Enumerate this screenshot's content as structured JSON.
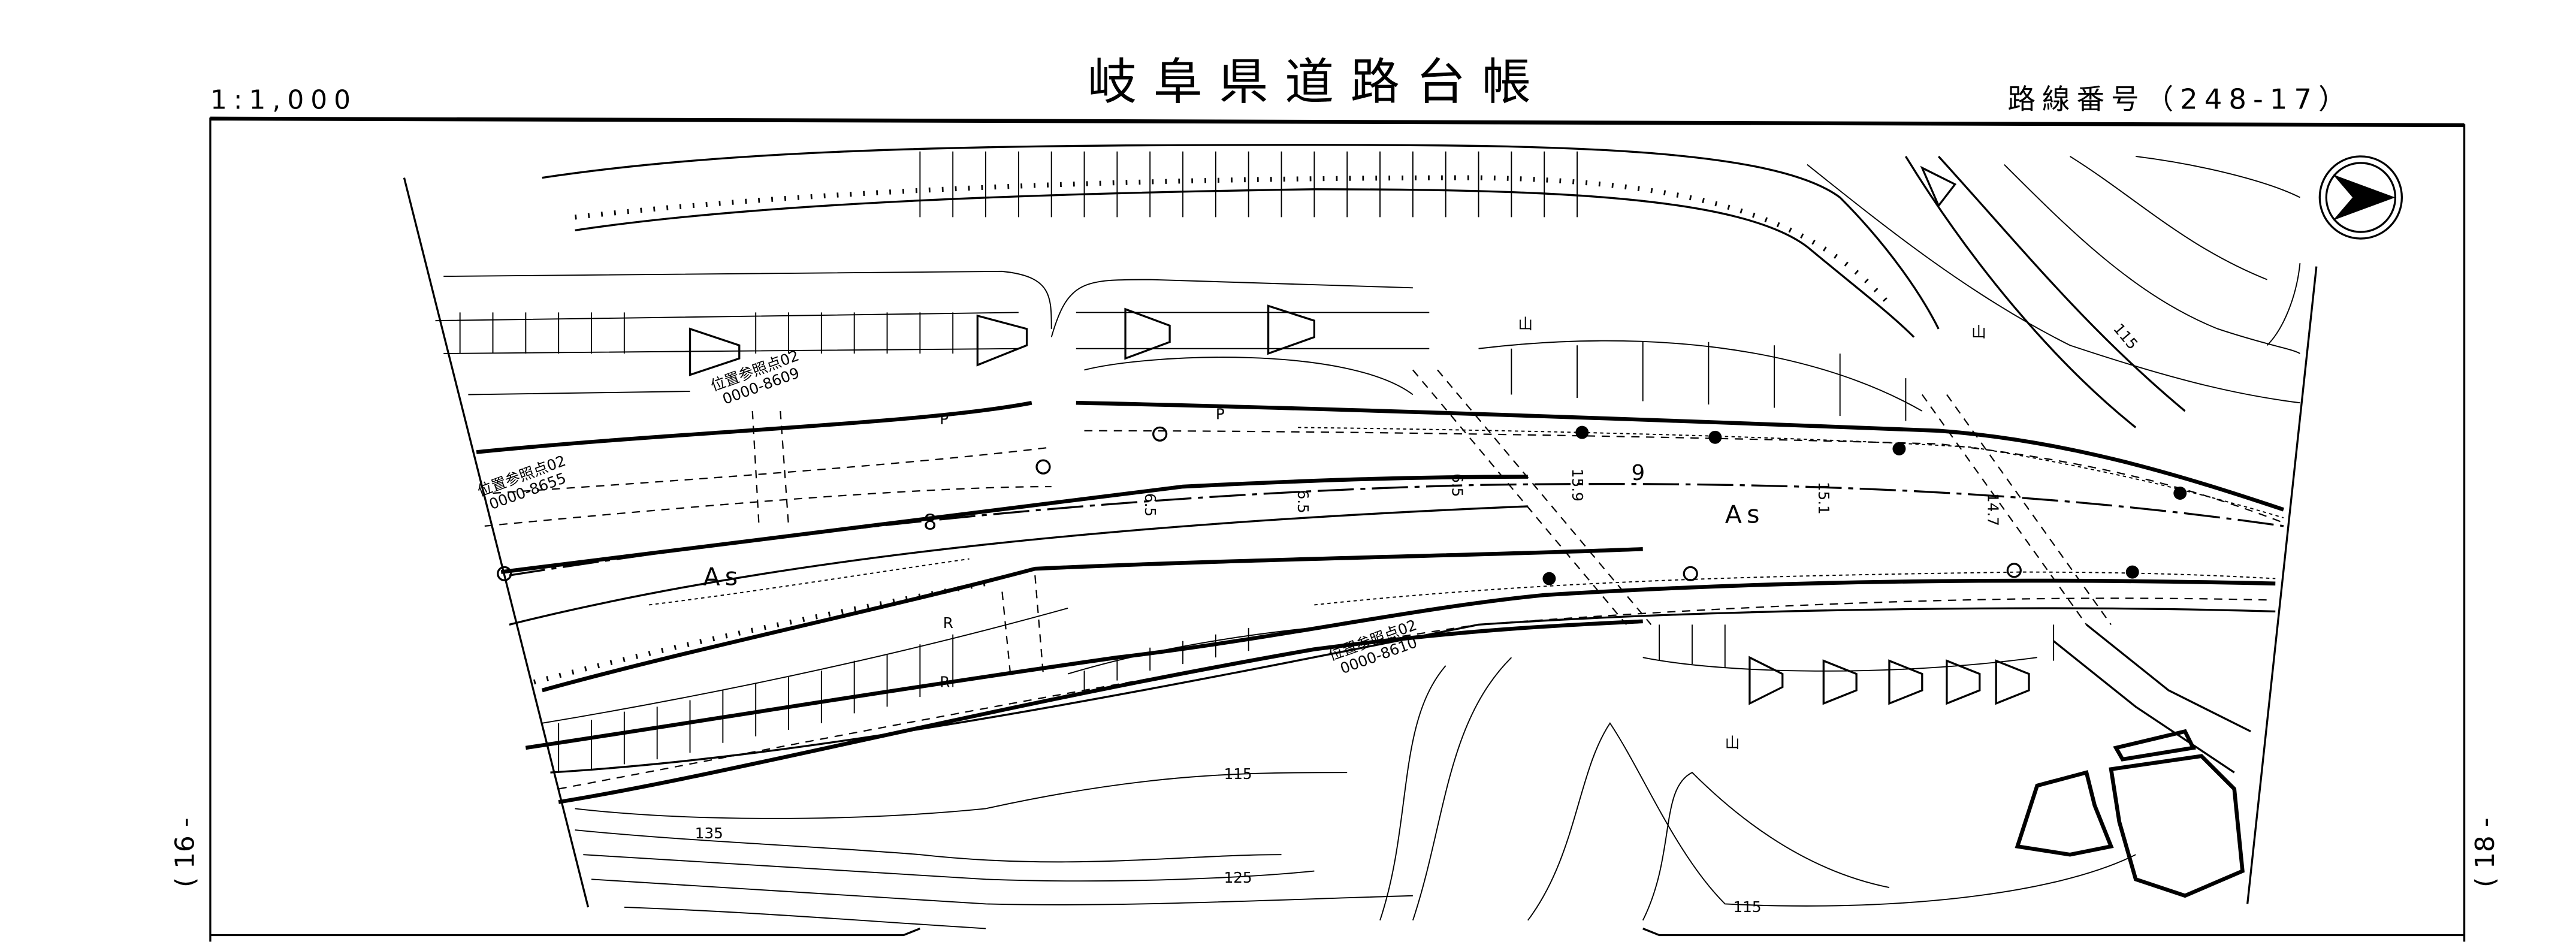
{
  "header": {
    "scale": "1:1,000",
    "title": "岐阜県道路台帳",
    "route_number": "路線番号（248-17）"
  },
  "side_labels": {
    "left": "( 16 -",
    "right": "( 18 -"
  },
  "map": {
    "surface_labels": [
      "As",
      "As"
    ],
    "station_labels": [
      "8",
      "9"
    ],
    "width_labels": [
      "6.5",
      "6.5",
      "6.5",
      "15.9",
      "15.1",
      "14.7"
    ],
    "contour_labels": [
      "115",
      "115",
      "125",
      "135",
      "115"
    ],
    "reference_points": [
      {
        "label": "位置参照点02",
        "code": "0000-8609"
      },
      {
        "label": "位置参照点02",
        "code": "0000-8655"
      },
      {
        "label": "位置参照点02",
        "code": "0000-8610"
      }
    ],
    "symbols": {
      "mountain": "山",
      "pole": "P",
      "r_mark": "R"
    },
    "north_arrow": "north-arrow-icon"
  }
}
